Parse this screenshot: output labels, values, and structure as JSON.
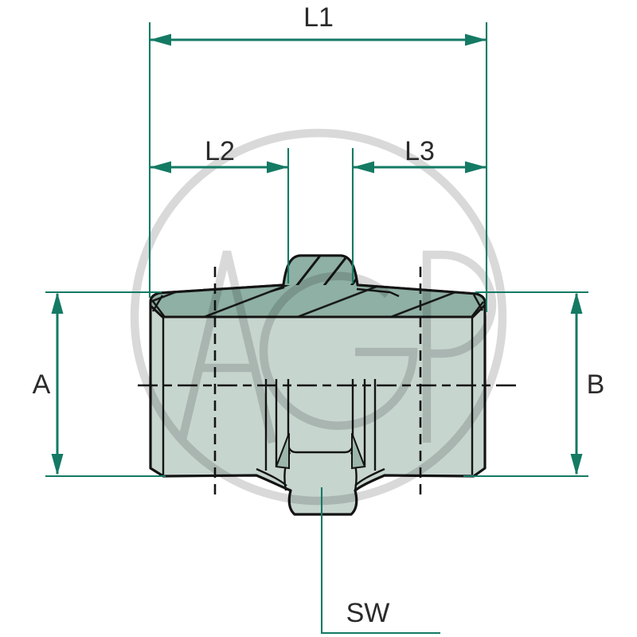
{
  "diagram": {
    "dimension_labels": {
      "l1": "L1",
      "l2": "L2",
      "l3": "L3",
      "a": "A",
      "b": "B",
      "sw": "SW"
    },
    "watermark_text": "AGP",
    "colors": {
      "background": "#FFFFFF",
      "dimension_green": "#147A64",
      "outline_black": "#141414",
      "body_light": "#C7D5CF",
      "body_dark": "#8FB0A4",
      "facet_dark": "#9CB6AC",
      "label_text": "#2B2B2B",
      "watermark_gray": "#D7D7D7"
    }
  }
}
